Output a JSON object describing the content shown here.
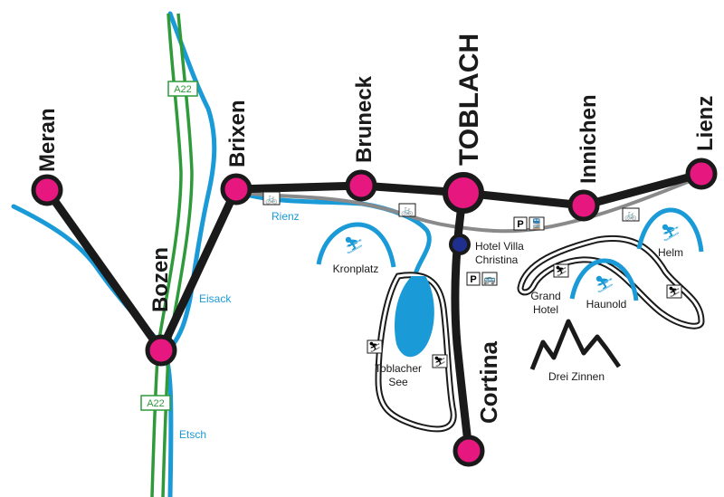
{
  "towns": {
    "meran": "Meran",
    "bozen": "Bozen",
    "brixen": "Brixen",
    "bruneck": "Bruneck",
    "toblach": "TOBLACH",
    "innichen": "Innichen",
    "lienz": "Lienz",
    "cortina": "Cortina"
  },
  "places": {
    "hotel_line1": "Hotel Villa",
    "hotel_line2": "Christina",
    "kronplatz": "Kronplatz",
    "grand_hotel_line1": "Grand",
    "grand_hotel_line2": "Hotel",
    "haunold": "Haunold",
    "helm": "Helm",
    "drei_zinnen": "Drei Zinnen",
    "toblacher_see_line1": "Toblacher",
    "toblacher_see_line2": "See"
  },
  "rivers": {
    "rienz": "Rienz",
    "eisack": "Eisack",
    "etsch": "Etsch"
  },
  "roads": {
    "highway_top": "A22",
    "highway_bottom": "A22"
  },
  "icons": {
    "parking": "P",
    "parking2": "P"
  },
  "colors": {
    "town_dot": "#e6187f",
    "route": "#1a1a1a",
    "river": "#1a9ad6",
    "highway": "#2e9a3a",
    "bike_path": "#8a8a8a",
    "hotel_dot": "#1f2f8f"
  }
}
